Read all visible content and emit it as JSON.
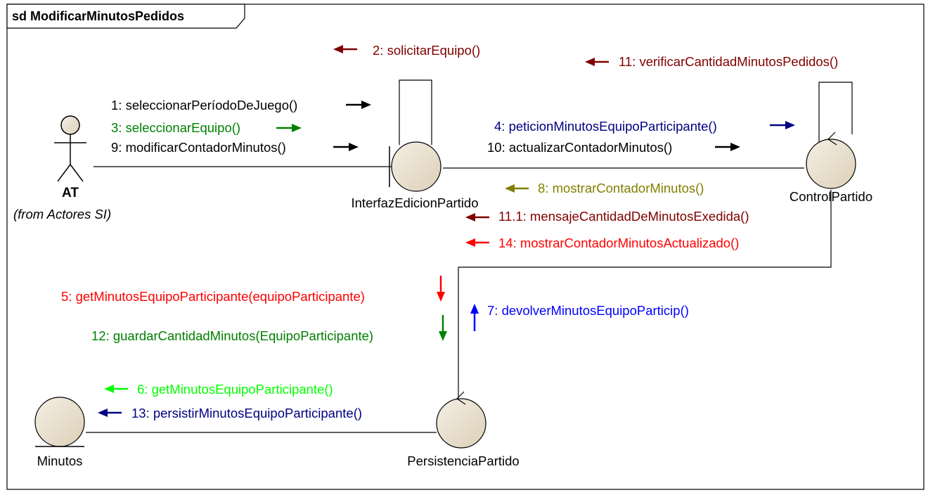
{
  "frame": {
    "title": "sd ModificarMinutosPedidos"
  },
  "actor": {
    "name": "AT",
    "subtitle": "(from Actores SI)"
  },
  "objects": {
    "interfaz": "InterfazEdicionPartido",
    "control": "ControlPartido",
    "persistencia": "PersistenciaPartido",
    "minutos": "Minutos"
  },
  "messages": {
    "m1": "1: seleccionarPeríodoDeJuego()",
    "m2": "2: solicitarEquipo()",
    "m3": "3: seleccionarEquipo()",
    "m4": "4: peticionMinutosEquipoParticipante()",
    "m5": "5: getMinutosEquipoParticipante(equipoParticipante)",
    "m6": "6: getMinutosEquipoParticipante()",
    "m7": "7: devolverMinutosEquipoParticip()",
    "m8": "8: mostrarContadorMinutos()",
    "m9": "9: modificarContadorMinutos()",
    "m10": "10: actualizarContadorMinutos()",
    "m11": "11: verificarCantidadMinutosPedidos()",
    "m11_1": "11.1: mensajeCantidadDeMinutosExedida()",
    "m12": "12: guardarCantidadMinutos(EquipoParticipante)",
    "m13": "13: persistirMinutosEquipoParticipante()",
    "m14": "14: mostrarContadorMinutosActualizado()"
  },
  "colors": {
    "black": "#000000",
    "dark_red": "#800000",
    "green": "#008000",
    "navy": "#000080",
    "blue": "#0000ff",
    "red": "#ff0000",
    "lime": "#00ff00",
    "olive": "#808000",
    "object_fill": "#ede3d2"
  }
}
